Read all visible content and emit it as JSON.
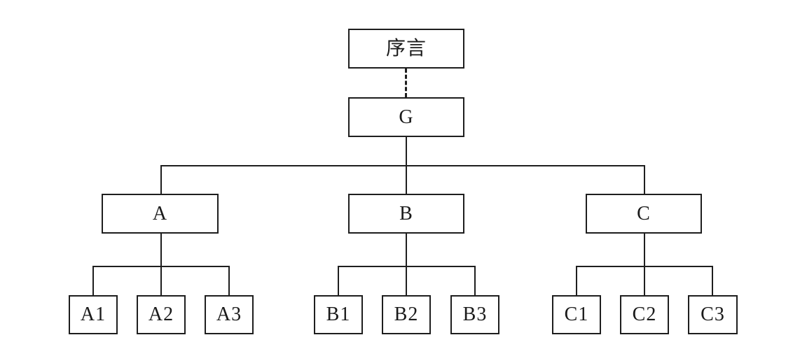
{
  "diagram": {
    "type": "tree",
    "description": "Hierarchical structure diagram: preface node linked by dashed line to goal node G, which branches into A, B, C, each with three sub-nodes",
    "colors": {
      "line": "#1e1e1e",
      "background": "#ffffff",
      "text": "#1a1a1a"
    }
  },
  "tree": {
    "root": {
      "label": "序言"
    },
    "goal": {
      "label": "G"
    },
    "branches": [
      {
        "label": "A",
        "children": [
          {
            "label": "A1"
          },
          {
            "label": "A2"
          },
          {
            "label": "A3"
          }
        ]
      },
      {
        "label": "B",
        "children": [
          {
            "label": "B1"
          },
          {
            "label": "B2"
          },
          {
            "label": "B3"
          }
        ]
      },
      {
        "label": "C",
        "children": [
          {
            "label": "C1"
          },
          {
            "label": "C2"
          },
          {
            "label": "C3"
          }
        ]
      }
    ]
  }
}
